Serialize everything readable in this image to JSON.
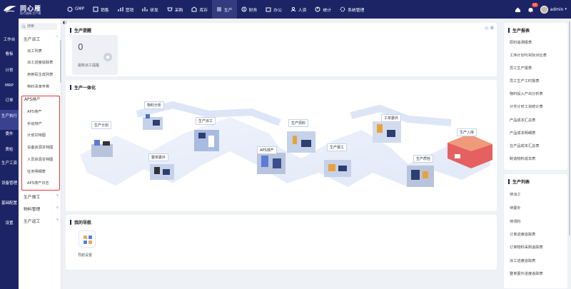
{
  "app": {
    "brand": "同心雁",
    "brand_sub": "医疗器械·生产端"
  },
  "top_nav": [
    {
      "label": "GMP",
      "icon": "gmp-icon"
    },
    {
      "label": "销售",
      "icon": "sales-icon"
    },
    {
      "label": "营销",
      "icon": "marketing-icon"
    },
    {
      "label": "研发",
      "icon": "rd-icon"
    },
    {
      "label": "采购",
      "icon": "purchase-icon"
    },
    {
      "label": "库存",
      "icon": "inventory-icon"
    },
    {
      "label": "生产",
      "icon": "production-icon",
      "active": true
    },
    {
      "label": "财务",
      "icon": "finance-icon"
    },
    {
      "label": "办公",
      "icon": "office-icon"
    },
    {
      "label": "人资",
      "icon": "hr-icon"
    },
    {
      "label": "统计",
      "icon": "stats-icon"
    },
    {
      "label": "系统管理",
      "icon": "settings-icon"
    }
  ],
  "user": {
    "name": "admin",
    "notifications": "14"
  },
  "left_nav": [
    {
      "label": "工作台"
    },
    {
      "label": "看板"
    },
    {
      "label": "计划"
    },
    {
      "label": "MRP"
    },
    {
      "label": "订单"
    },
    {
      "label": "生产执行",
      "active": true
    },
    {
      "label": "委外"
    },
    {
      "label": "质检"
    },
    {
      "label": "生产工资"
    },
    {
      "label": "设备管理"
    },
    {
      "label": "基础配置"
    },
    {
      "label": "设置"
    }
  ],
  "sub_nav": {
    "search_placeholder": "搜索",
    "groups": [
      {
        "label": "生产派工",
        "expanded": true,
        "items": [
          "派工列表",
          "派工进度追踪表",
          "用到码生成列表",
          "物料清单查看"
        ]
      },
      {
        "label": "APS排产",
        "expanded": true,
        "items": [
          "APS排产",
          "手动排产",
          "计划甘特图",
          "设备资源甘特图",
          "人员资源甘特图",
          "任务明细表",
          "APS排产日志"
        ]
      },
      {
        "label": "生产报工",
        "expanded": false
      },
      {
        "label": "物料管理",
        "expanded": false
      },
      {
        "label": "生产返工",
        "expanded": false
      }
    ]
  },
  "remind": {
    "title": "生产提醒",
    "count": "0",
    "label": "最新派工提醒"
  },
  "flow": {
    "title": "生产一体化",
    "steps": [
      "物料分析",
      "生产计划",
      "生产派工",
      "整单委外",
      "APS排产",
      "生产领料",
      "生产报工",
      "工单委外",
      "生产质检",
      "生产入库"
    ]
  },
  "nav_panel": {
    "title": "我的导航",
    "item": "导航设置"
  },
  "reports": {
    "title": "生产报表",
    "items": [
      "原料追溯报表",
      "工序计划与实际对比表",
      "员工生产报表",
      "员工生产工时报表",
      "物料投入产出分析表",
      "计件计时工资统计表",
      "产品成本汇总表",
      "产品成本明细表",
      "在产品成本汇总表",
      "制造物料成本表"
    ]
  },
  "lists": {
    "title": "生产列表",
    "items": [
      "待派工",
      "待委外",
      "待领料",
      "订单进度追踪表",
      "订单物料采购追踪表",
      "派工进度追踪表",
      "整单委外进度追踪表"
    ]
  },
  "colors": {
    "nav_bg": "#1d2466",
    "active": "#3a4290",
    "highlight_border": "#e53935"
  }
}
